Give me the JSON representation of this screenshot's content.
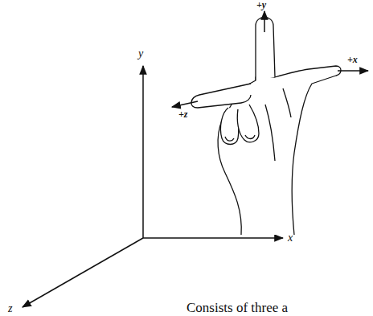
{
  "diagram": {
    "labels": [
      "y",
      "x",
      "z",
      "+y",
      "+x",
      "+z",
      "Consists of three a"
    ]
  }
}
